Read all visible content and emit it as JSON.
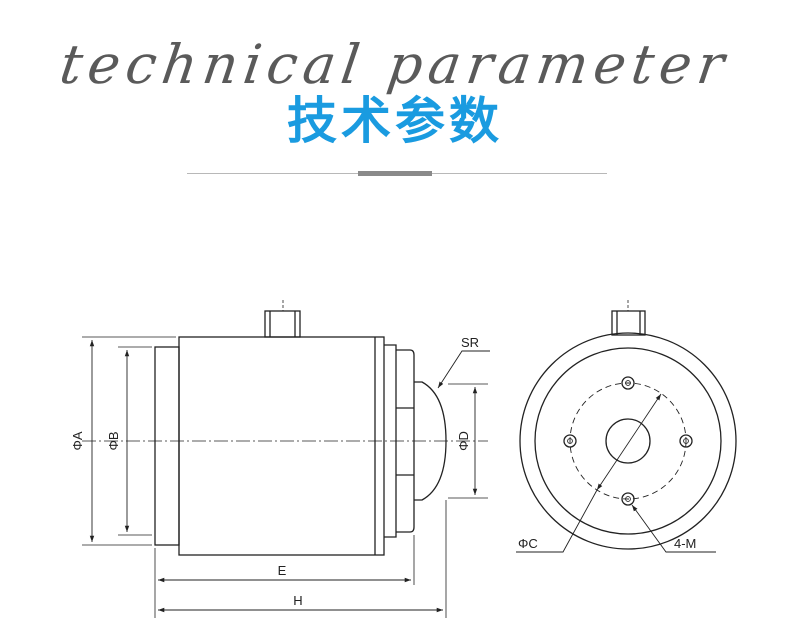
{
  "header": {
    "title_en": "technical parameter",
    "title_cn": "技术参数"
  },
  "colors": {
    "title_cn": "#1a9be0",
    "title_en": "#5a5a5a",
    "line": "#222222"
  },
  "labels": {
    "phi_a": "ΦA",
    "phi_b": "ΦB",
    "phi_d": "ΦD",
    "sr": "SR",
    "e": "E",
    "h": "H",
    "phi_c": "ΦC",
    "holes": "4-M"
  }
}
